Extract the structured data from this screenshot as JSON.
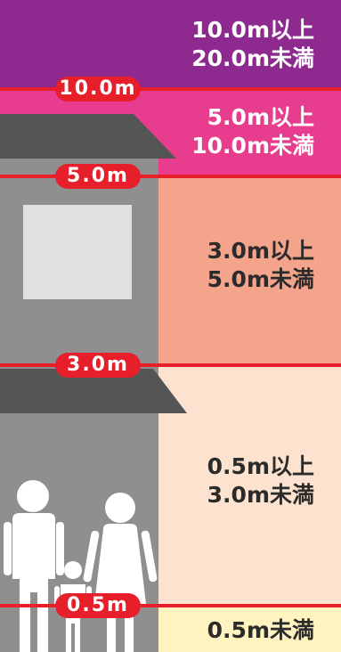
{
  "bands": [
    {
      "line1": "10.0m以上",
      "line2": "20.0m未満",
      "color": "#8e2a8f",
      "text_color": "#ffffff"
    },
    {
      "line1": "5.0m以上",
      "line2": "10.0m未満",
      "color": "#e83d8e",
      "text_color": "#ffffff"
    },
    {
      "line1": "3.0m以上",
      "line2": "5.0m未満",
      "color": "#f4a48a",
      "text_color": "#2b2b2b"
    },
    {
      "line1": "0.5m以上",
      "line2": "3.0m未満",
      "color": "#fde3cf",
      "text_color": "#2b2b2b"
    },
    {
      "line1": "0.5m未満",
      "line2": "",
      "color": "#fff4bf",
      "text_color": "#2b2b2b"
    }
  ],
  "markers": [
    "10.0m",
    "5.0m",
    "3.0m",
    "0.5m"
  ],
  "colors": {
    "line": "#e61f2a",
    "building": "#8f8f8f",
    "roof": "#555555",
    "window": "#e0e0e0",
    "people": "#ffffff"
  }
}
